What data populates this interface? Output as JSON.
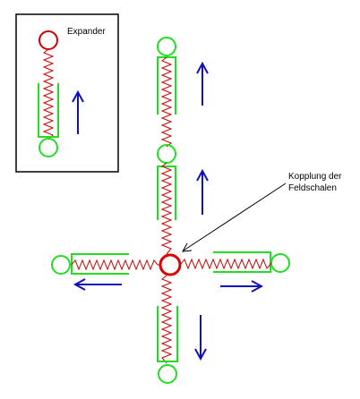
{
  "legend": {
    "title": "Expander"
  },
  "annotation": {
    "line1": "Kopplung der",
    "line2": "Feldschalen"
  },
  "colors": {
    "spring": "#cc0000",
    "ring_shell": "#22dd22",
    "outer_ring": "#22dd22",
    "center_ring": "#dd0000",
    "arrow": "#1111bb",
    "frame": "#000000",
    "pointer": "#000000"
  }
}
